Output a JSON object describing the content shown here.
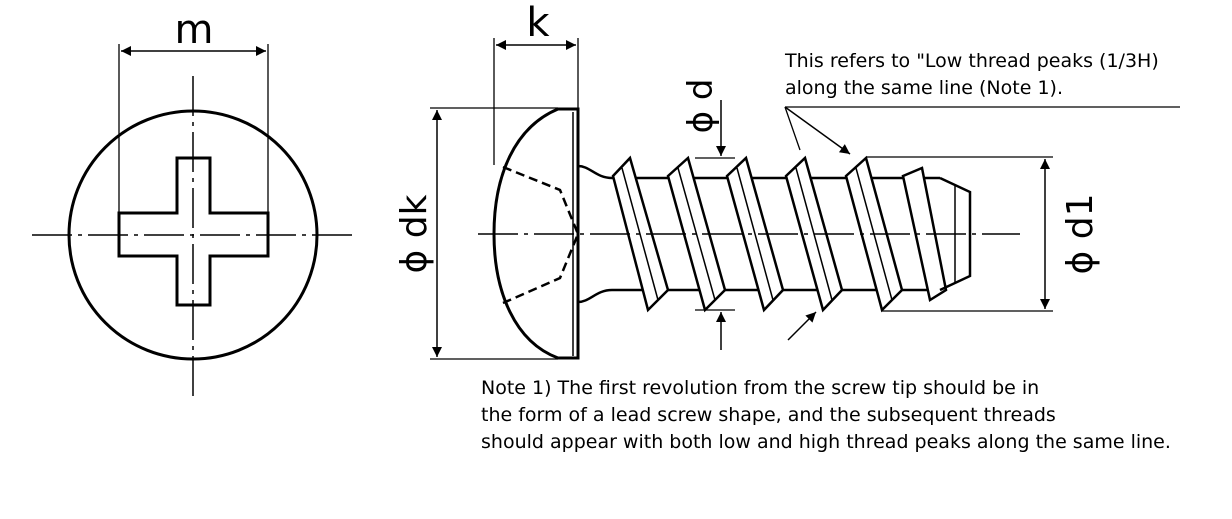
{
  "dimensions": {
    "m": "m",
    "k": "k",
    "d": "ϕ d",
    "dk": "ϕ dk",
    "d1": "ϕ d1"
  },
  "callout": {
    "line1": "This refers to \"Low thread peaks (1/3H)",
    "line2": "along the same line (Note 1)."
  },
  "footnote": {
    "line1": "Note 1) The first revolution from the screw tip should be in",
    "line2": "the form of a lead screw shape, and the subsequent threads",
    "line3": "should appear with both low and high thread peaks along the same line."
  }
}
